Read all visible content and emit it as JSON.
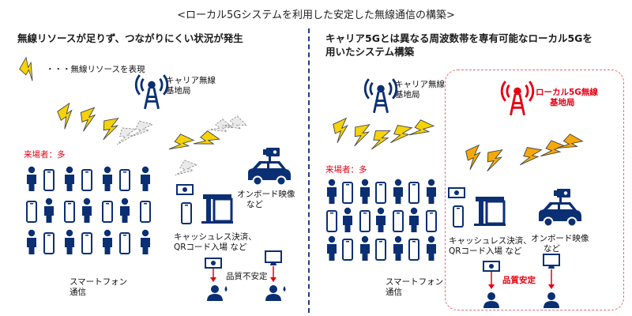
{
  "title": "<ローカル5Gシステムを利用した安定した無線通信の構築>",
  "left": {
    "heading": "無線リソースが足りず、つながりにくい状況が発生",
    "legend": "・・・無線リソースを表現",
    "station_line1": "キャリア無線",
    "station_line2": "基地局",
    "crowd": "来場者：多",
    "phone_line1": "スマートフォン",
    "phone_line2": "通信",
    "cashless_line1": "キャッシュレス決済、",
    "cashless_line2": "QRコード入場 など",
    "onboard_line1": "オンボード映像",
    "onboard_line2": "など",
    "quality": "品質不安定"
  },
  "right": {
    "heading_line1": "キャリア5Gとは異なる周波数帯を専有可能なローカル5Gを",
    "heading_line2": "用いたシステム構築",
    "station_line1": "キャリア無線",
    "station_line2": "基地局",
    "local_line1": "ローカル5G無線",
    "local_line2": "基地局",
    "crowd": "来場者：多",
    "phone_line1": "スマートフォン",
    "phone_line2": "通信",
    "cashless_line1": "キャッシュレス決済、",
    "cashless_line2": "QRコード入場 など",
    "onboard_line1": "オンボード映像",
    "onboard_line2": "など",
    "quality": "品質安定"
  },
  "colors": {
    "navy": "#0b2f73",
    "red": "#e60012",
    "yellow": "#f5d20a",
    "gray_bolt": "#b8b8b8",
    "pink_border": "#e56b7e"
  },
  "icons": [
    "bolt-icon",
    "antenna-tower-icon",
    "person-icon",
    "smartphone-icon",
    "shop-icon",
    "money-icon",
    "car-camera-icon",
    "monitor-icon",
    "user-icon"
  ]
}
